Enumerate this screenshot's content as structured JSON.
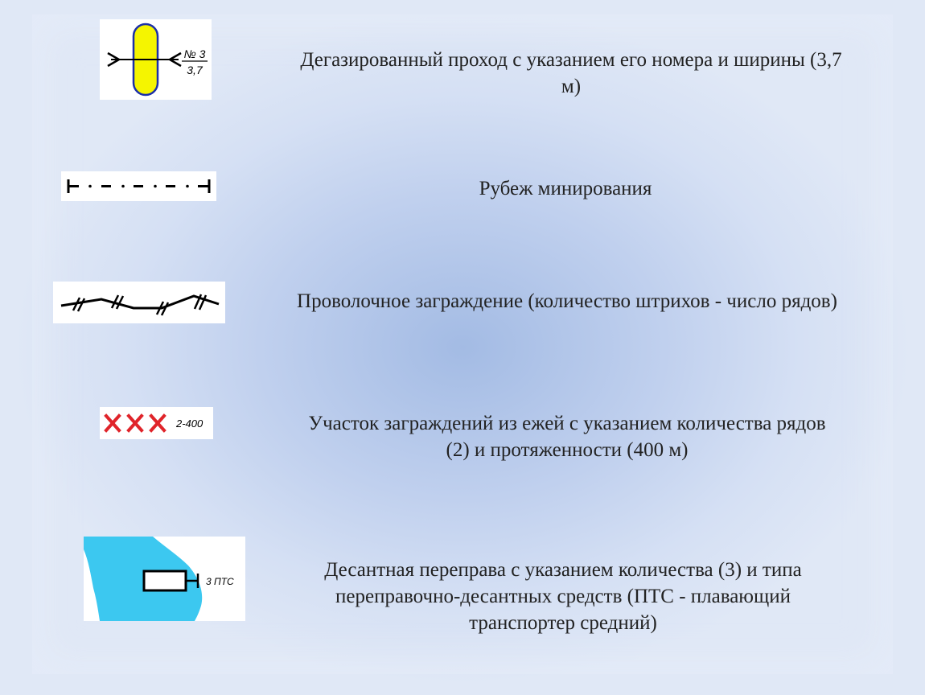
{
  "symbols": [
    {
      "icon": "degassed-passage-icon",
      "label_number": "№ 3",
      "label_width": "3,7",
      "description_lines": [
        "Дегазированный проход с указанием его номера и ширины (3,7",
        "м)"
      ]
    },
    {
      "icon": "mining-line-icon",
      "description_lines": [
        "Рубеж минирования"
      ]
    },
    {
      "icon": "wire-obstacle-icon",
      "description_lines": [
        "Проволочное заграждение (количество штрихов - число рядов)"
      ]
    },
    {
      "icon": "hedgehog-obstacles-icon",
      "label": "2-400",
      "description_lines": [
        "Участок заграждений из ежей с указанием количества рядов",
        "(2) и протяженности (400 м)"
      ]
    },
    {
      "icon": "landing-crossing-icon",
      "label": "3 ПТС",
      "description_lines": [
        "Десантная переправа с указанием количества (3) и типа",
        "переправочно-десантных средств (ПТС - плавающий",
        "транспортер средний)"
      ]
    }
  ],
  "colors": {
    "passage_fill": "#f5f500",
    "passage_stroke": "#1b2fa8",
    "hedgehog_red": "#e0242a",
    "water_blue": "#3cc8f0"
  }
}
